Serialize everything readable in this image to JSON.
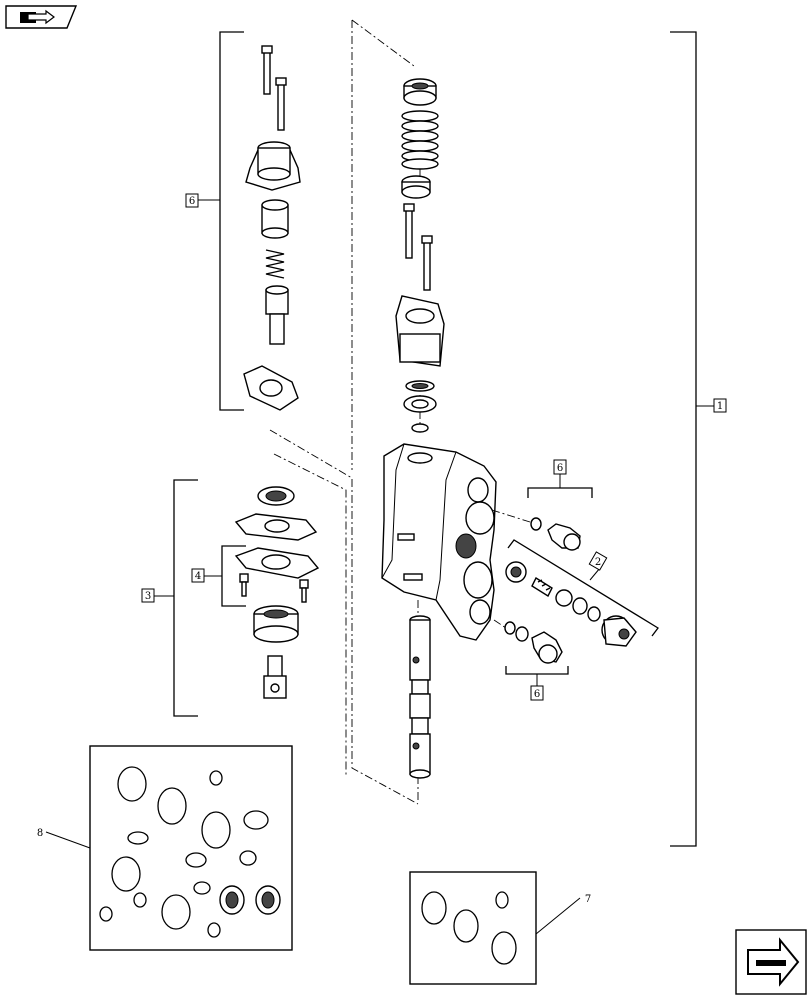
{
  "callouts": {
    "c1": "1",
    "c2": "2",
    "c3": "3",
    "c4": "4",
    "c6_upper": "6",
    "c6_mid": "6",
    "c6_low": "6",
    "c7": "7",
    "c8": "8"
  },
  "icons": {
    "header_icon": "book-arrow-icon",
    "nav_icon": "next-page-arrow-icon"
  }
}
